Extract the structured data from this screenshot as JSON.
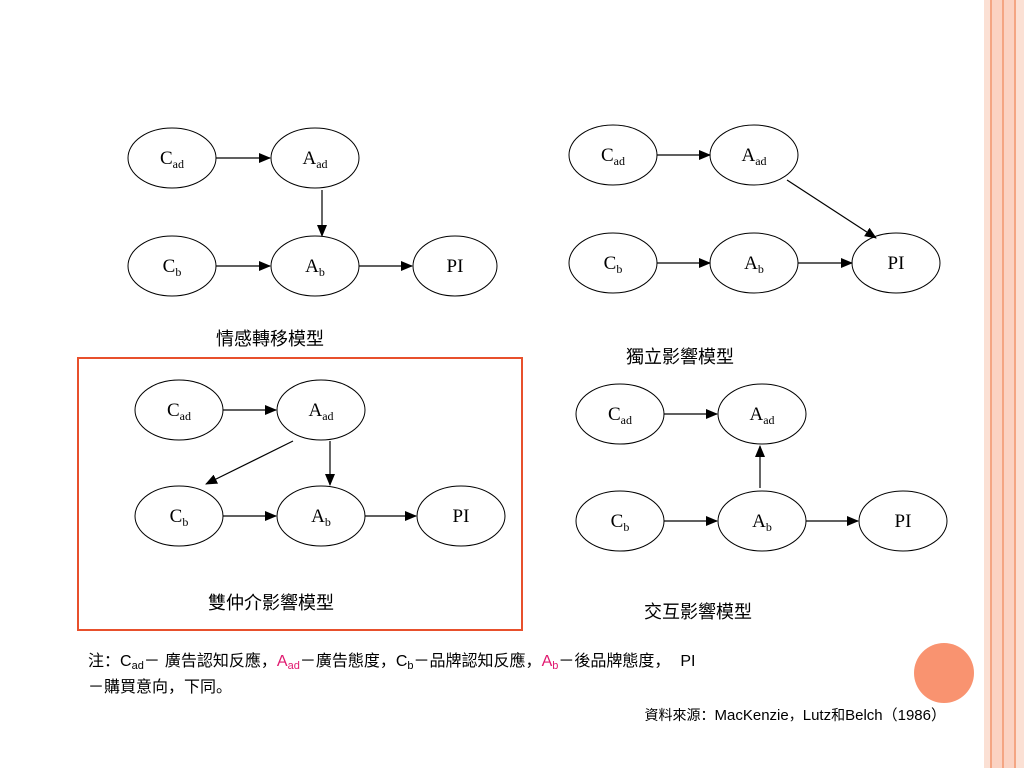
{
  "diagrams": [
    {
      "title": "情感轉移模型",
      "nodes": {
        "cad": "C",
        "cad_sub": "ad",
        "aad": "A",
        "aad_sub": "ad",
        "cb": "C",
        "cb_sub": "b",
        "ab": "A",
        "ab_sub": "b",
        "pi": "PI"
      }
    },
    {
      "title": "獨立影響模型",
      "nodes": {
        "cad": "C",
        "cad_sub": "ad",
        "aad": "A",
        "aad_sub": "ad",
        "cb": "C",
        "cb_sub": "b",
        "ab": "A",
        "ab_sub": "b",
        "pi": "PI"
      }
    },
    {
      "title": "雙仲介影響模型",
      "nodes": {
        "cad": "C",
        "cad_sub": "ad",
        "aad": "A",
        "aad_sub": "ad",
        "cb": "C",
        "cb_sub": "b",
        "ab": "A",
        "ab_sub": "b",
        "pi": "PI"
      }
    },
    {
      "title": "交互影響模型",
      "nodes": {
        "cad": "C",
        "cad_sub": "ad",
        "aad": "A",
        "aad_sub": "ad",
        "cb": "C",
        "cb_sub": "b",
        "ab": "A",
        "ab_sub": "b",
        "pi": "PI"
      }
    }
  ],
  "note": {
    "prefix": "注：",
    "c_ad": "C",
    "c_ad_sub": "ad",
    "c_ad_def": "－ 廣告認知反應，",
    "a_ad": "A",
    "a_ad_sub": "ad",
    "a_ad_def": "－廣告態度，",
    "c_b": "C",
    "c_b_sub": "b",
    "c_b_def": "－品牌認知反應，",
    "a_b": "A",
    "a_b_sub": "b",
    "a_b_def": "－後品牌態度，",
    "pi": "PI",
    "pi_def": "－購買意向，下同。"
  },
  "source": {
    "prefix": "資料來源：",
    "authors": "MacKenzie",
    "sep": "，",
    "authors2": "Lutz",
    "and": "和",
    "authors3": "Belch",
    "year": "（1986）"
  },
  "colors": {
    "highlight": "#e0196f",
    "box_border": "#e8502c",
    "stripe_light": "#fbd2c2",
    "stripe_dark": "#f4a583",
    "circle": "#f99370"
  }
}
